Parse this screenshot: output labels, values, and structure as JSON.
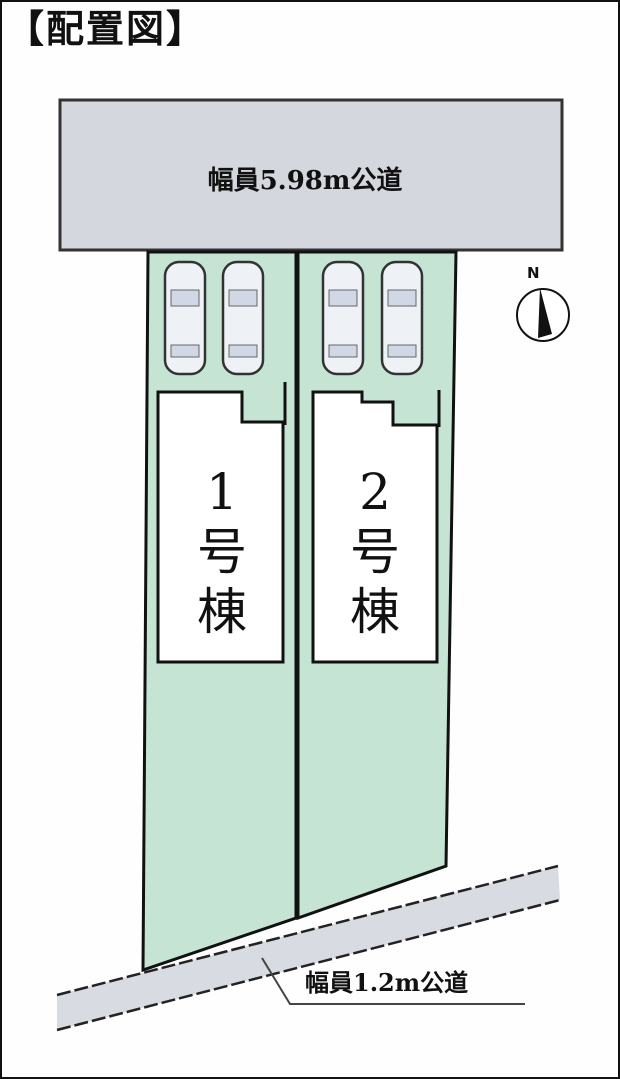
{
  "title": "【配置図】",
  "roads": {
    "north_road": {
      "label": "幅員5.98m公道",
      "color": "#d4d7de"
    },
    "south_road": {
      "label": "幅員1.2m公道",
      "color": "#d9dbe2"
    }
  },
  "lots": [
    {
      "id": 1,
      "number": "1",
      "suffix_1": "号",
      "suffix_2": "棟",
      "parking_spaces": 2
    },
    {
      "id": 2,
      "number": "2",
      "suffix_1": "号",
      "suffix_2": "棟",
      "parking_spaces": 2
    }
  ],
  "compass": {
    "label": "N"
  },
  "colors": {
    "lot_green": "#c6e4d4",
    "house_fill": "#ffffff",
    "outline": "#111111"
  }
}
